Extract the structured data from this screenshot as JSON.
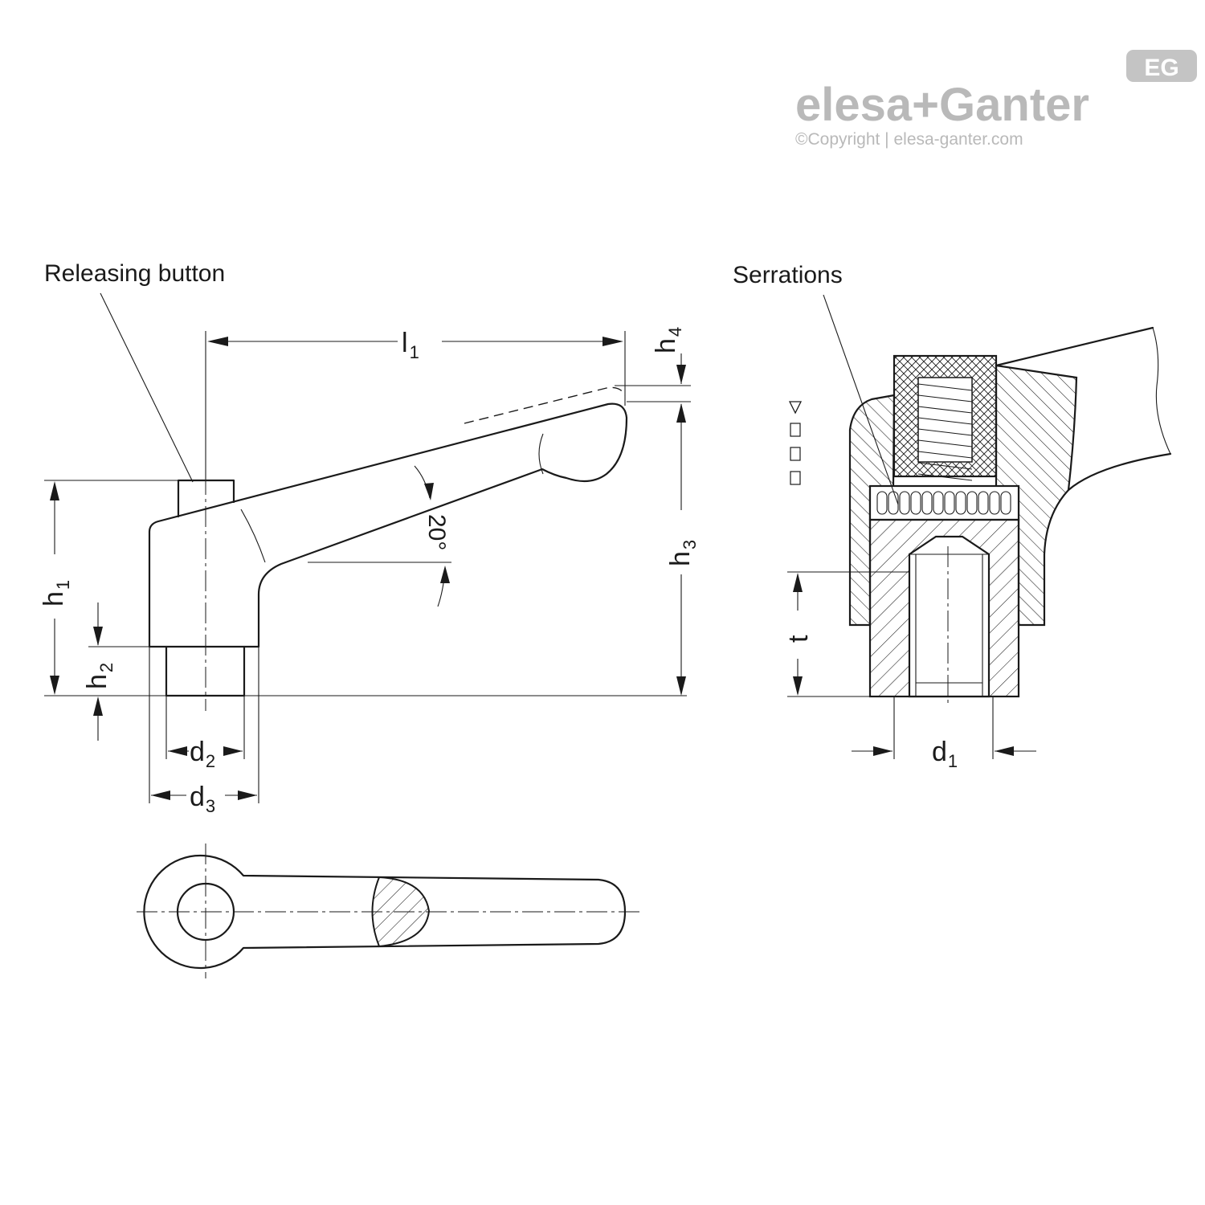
{
  "logo": {
    "brand": "elesa+Ganter",
    "copyright": "©Copyright | elesa-ganter.com",
    "badge": "EG"
  },
  "callouts": {
    "releasing_button": "Releasing button",
    "serrations": "Serrations"
  },
  "dimensions": {
    "l1": {
      "base": "l",
      "sub": "1"
    },
    "h1": {
      "base": "h",
      "sub": "1"
    },
    "h2": {
      "base": "h",
      "sub": "2"
    },
    "h3": {
      "base": "h",
      "sub": "3"
    },
    "h4": {
      "base": "h",
      "sub": "4"
    },
    "d1": {
      "base": "d",
      "sub": "1"
    },
    "d2": {
      "base": "d",
      "sub": "2"
    },
    "d3": {
      "base": "d",
      "sub": "3"
    },
    "t": "t",
    "angle": "20°"
  }
}
